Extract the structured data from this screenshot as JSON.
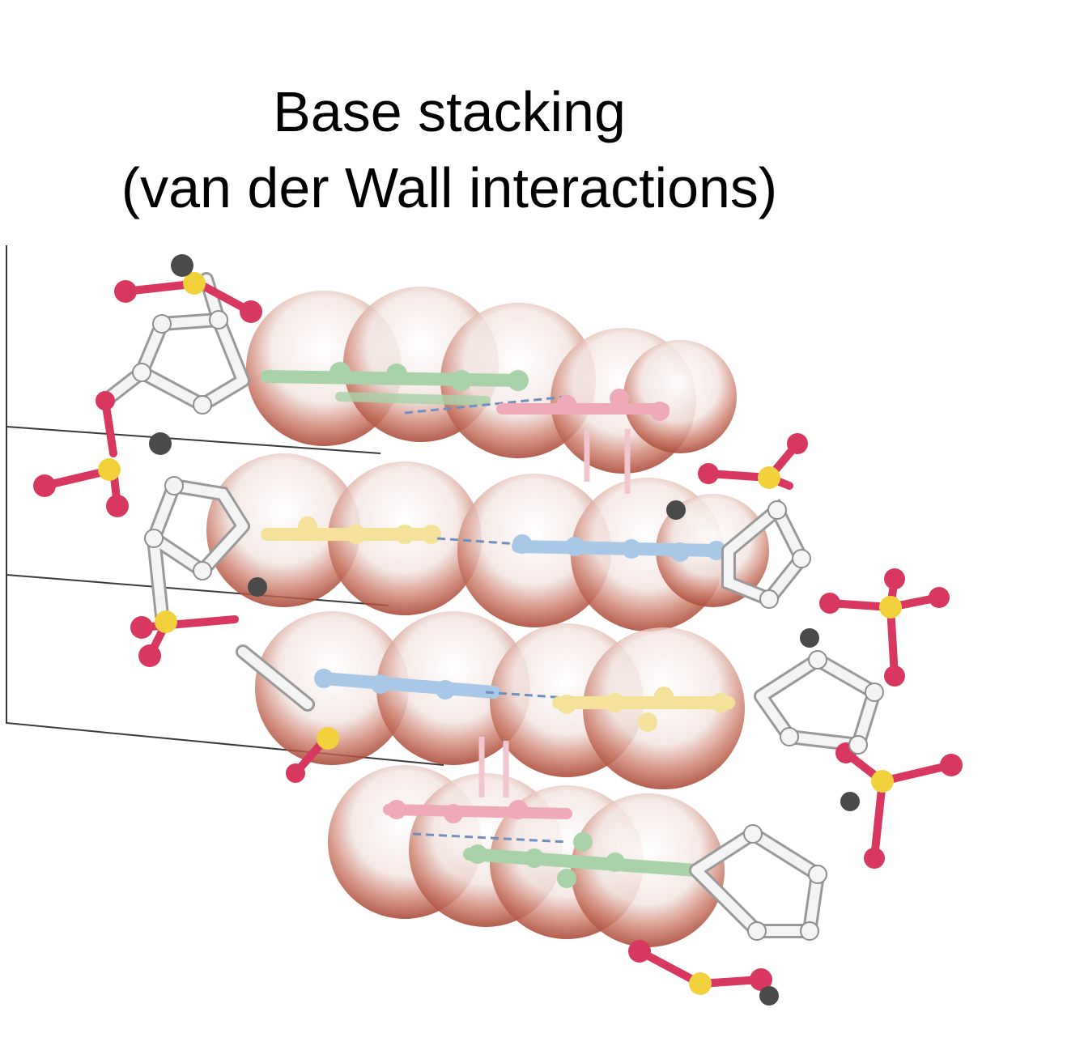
{
  "title": {
    "line1": "Base stacking",
    "line2": "(van der Wall interactions)"
  },
  "colors": {
    "background": "#ffffff",
    "sphere_shell": "#b8523d",
    "bond_white": "#f4f4f4",
    "bond_outline": "#8e8e8e",
    "phosphate_yellow": "#f2d23c",
    "oxygen_red": "#d8385f",
    "carbon_dark": "#4a4a4a",
    "base_green": "#a8d3a8",
    "base_pink": "#efaab8",
    "base_yellow": "#f4e29a",
    "base_blue": "#a8c8e8",
    "hbond_dash": "#6f8fc0"
  },
  "base_pairs": [
    {
      "left": "green",
      "right": "pink"
    },
    {
      "left": "yellow",
      "right": "blue"
    },
    {
      "left": "blue",
      "right": "yellow"
    },
    {
      "left": "pink",
      "right": "green"
    }
  ]
}
